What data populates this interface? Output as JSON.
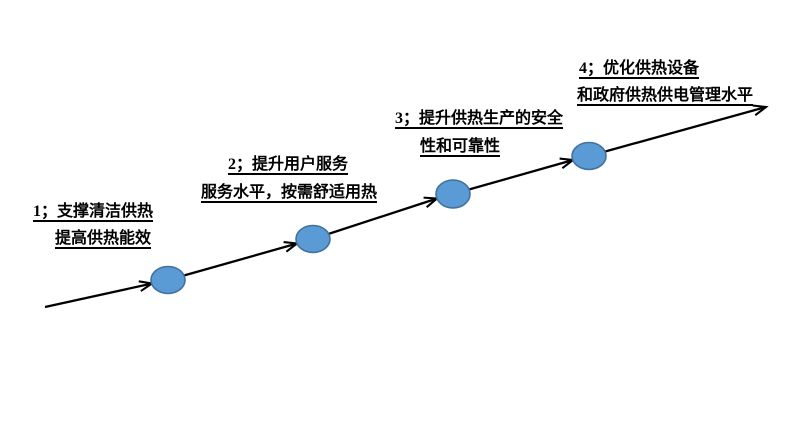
{
  "diagram": {
    "type": "ascending-arrow-timeline",
    "description": "Four-stage heating development roadmap along a rising arrow",
    "stages": [
      {
        "id": "1",
        "label_line1": "1；支撑清洁供热",
        "label_line2": "提高供热能效"
      },
      {
        "id": "2",
        "label_line1": "2；提升用户服务",
        "label_line2": "服务水平，按需舒适用热"
      },
      {
        "id": "3",
        "label_line1": "3；提升供热生产的安全",
        "label_line2": "性和可靠性"
      },
      {
        "id": "4",
        "label_line1": "4；优化供热设备",
        "label_line2": "和政府供热供电管理水平"
      }
    ]
  },
  "colors": {
    "node_fill": "#5B9BD5",
    "node_border": "#41719C",
    "arrow": "#000000",
    "text": "#000000",
    "background": "#FFFFFF"
  }
}
